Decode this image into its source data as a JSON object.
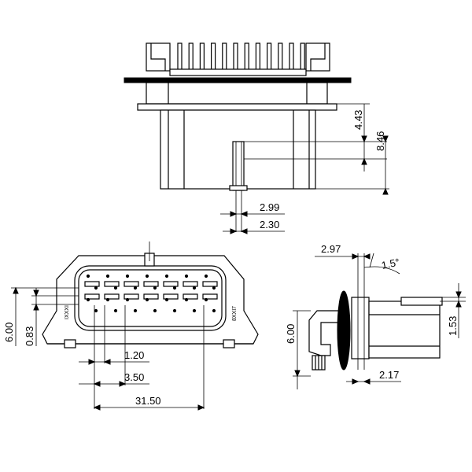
{
  "top_view": {
    "dim_height_upper": "4.43",
    "dim_height_total": "8.46",
    "dim_pin_width_a": "2.99",
    "dim_pin_width_b": "2.30"
  },
  "front_view": {
    "dim_height_total": "6.00",
    "dim_height_small": "0.83",
    "dim_pitch": "1.20",
    "dim_pitch_double": "3.50",
    "dim_width_total": "31.50",
    "label_left": "IXXXI",
    "label_right": "8XXI7"
  },
  "side_view": {
    "dim_offset_top": "2.97",
    "dim_angle": "1.5°",
    "dim_height": "6.00",
    "dim_height_right": "1.53",
    "dim_width_bottom": "2.17"
  }
}
